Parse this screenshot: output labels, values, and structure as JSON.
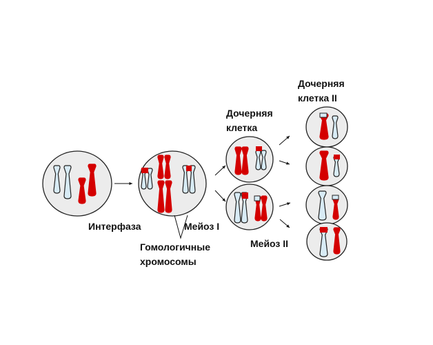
{
  "labels": {
    "interphase": "Интерфаза",
    "meiosis1": "Мейоз I",
    "homologous_line1": "Гомологичные",
    "homologous_line2": "хромосомы",
    "meiosis2": "Мейоз II",
    "daughter_cell_line1": "Дочерняя",
    "daughter_cell_line2": "клетка",
    "daughter_cell2_line1": "Дочерняя",
    "daughter_cell2_line2": "клетка II"
  },
  "colors": {
    "red": "#d40000",
    "blue": "#d8ebf5",
    "outline": "#222222",
    "cell": "#ececec"
  }
}
